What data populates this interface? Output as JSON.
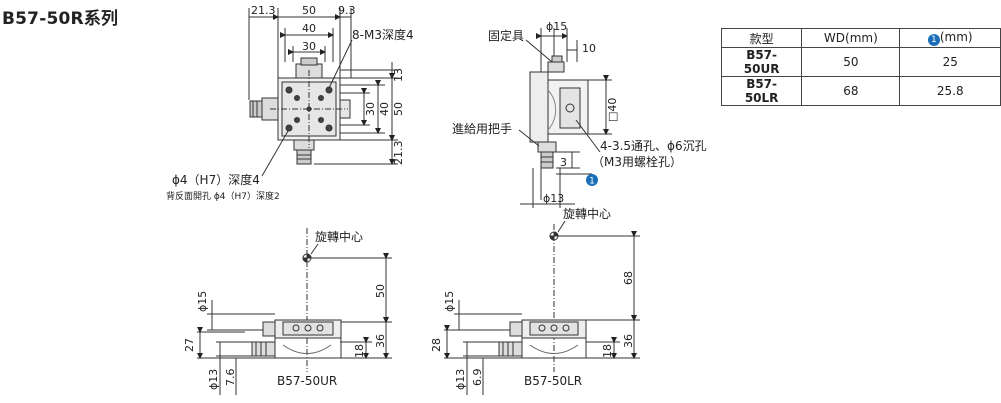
{
  "title": "B57-50R系列",
  "table": {
    "headers": [
      "款型",
      "WD(mm)",
      "(mm)"
    ],
    "badge": "1",
    "rows": [
      {
        "model": "B57-50UR",
        "wd": "50",
        "value": "25"
      },
      {
        "model": "B57-50LR",
        "wd": "68",
        "value": "25.8"
      }
    ]
  },
  "top_view": {
    "dims": [
      "21.3",
      "50",
      "9.3",
      "40",
      "30",
      "13",
      "50",
      "40",
      "30",
      "21.3"
    ],
    "callout": "8-M3深度4",
    "hole_note": "ϕ4（H7）深度4",
    "back_note": "背反面開孔 ϕ4（H7）深度2"
  },
  "side_view": {
    "labels": {
      "fixture": "固定具",
      "handle": "進給用把手"
    },
    "dims": [
      "ϕ15",
      "10",
      "□40",
      "3",
      "ϕ13"
    ],
    "hole_note_1": "4-3.5通孔、ϕ6沉孔",
    "hole_note_2": "（M3用螺栓孔）",
    "badge": "1"
  },
  "front_ur": {
    "caption": "B57-50UR",
    "rotation_center": "旋轉中心",
    "dims": [
      "ϕ15",
      "50",
      "27",
      "36",
      "18",
      "ϕ13",
      "7.6"
    ]
  },
  "front_lr": {
    "caption": "B57-50LR",
    "rotation_center": "旋轉中心",
    "dims": [
      "ϕ15",
      "68",
      "28",
      "36",
      "18",
      "ϕ13",
      "6.9"
    ]
  }
}
